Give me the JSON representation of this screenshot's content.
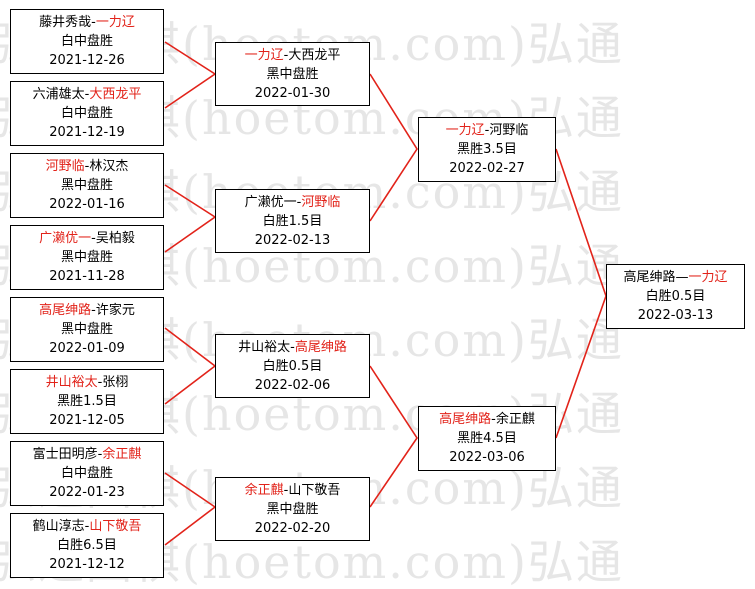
{
  "watermark": "弘通围棋(hoetom.com)弘通",
  "colors": {
    "winner": "#e2231a",
    "line": "#e2231a",
    "border": "#000000"
  },
  "round1": [
    {
      "black": "藤井秀哉",
      "sep": "-",
      "white": "一力辽",
      "winner": "white",
      "result": "白中盘胜",
      "date": "2021-12-26"
    },
    {
      "black": "六浦雄太",
      "sep": "-",
      "white": "大西龙平",
      "winner": "white",
      "result": "白中盘胜",
      "date": "2021-12-19"
    },
    {
      "black": "河野临",
      "sep": "-",
      "white": "林汉杰",
      "winner": "black",
      "result": "黑中盘胜",
      "date": "2022-01-16"
    },
    {
      "black": "广濑优一",
      "sep": "-",
      "white": "吴柏毅",
      "winner": "black",
      "result": "黑中盘胜",
      "date": "2021-11-28"
    },
    {
      "black": "高尾绅路",
      "sep": "-",
      "white": "许家元",
      "winner": "black",
      "result": "黑中盘胜",
      "date": "2022-01-09"
    },
    {
      "black": "井山裕太",
      "sep": "-",
      "white": "张栩",
      "winner": "black",
      "result": "黑胜1.5目",
      "date": "2021-12-05"
    },
    {
      "black": "富士田明彦",
      "sep": "-",
      "white": "余正麒",
      "winner": "white",
      "result": "白中盘胜",
      "date": "2022-01-23"
    },
    {
      "black": "鹤山淳志",
      "sep": "-",
      "white": "山下敬吾",
      "winner": "white",
      "result": "白胜6.5目",
      "date": "2021-12-12"
    }
  ],
  "round2": [
    {
      "black": "一力辽",
      "sep": "-",
      "white": "大西龙平",
      "winner": "black",
      "result": "黑中盘胜",
      "date": "2022-01-30"
    },
    {
      "black": "广濑优一",
      "sep": "-",
      "white": "河野临",
      "winner": "white",
      "result": "白胜1.5目",
      "date": "2022-02-13"
    },
    {
      "black": "井山裕太",
      "sep": "-",
      "white": "高尾绅路",
      "winner": "white",
      "result": "白胜0.5目",
      "date": "2022-02-06"
    },
    {
      "black": "余正麒",
      "sep": "-",
      "white": "山下敬吾",
      "winner": "black",
      "result": "黑中盘胜",
      "date": "2022-02-20"
    }
  ],
  "round3": [
    {
      "black": "一力辽",
      "sep": "-",
      "white": "河野临",
      "winner": "black",
      "result": "黑胜3.5目",
      "date": "2022-02-27"
    },
    {
      "black": "高尾绅路",
      "sep": "-",
      "white": "余正麒",
      "winner": "black",
      "result": "黑胜4.5目",
      "date": "2022-03-06"
    }
  ],
  "final": [
    {
      "black": "高尾绅路",
      "sep": "—",
      "white": "一力辽",
      "winner": "white",
      "result": "白胜0.5目",
      "date": "2022-03-13"
    }
  ]
}
